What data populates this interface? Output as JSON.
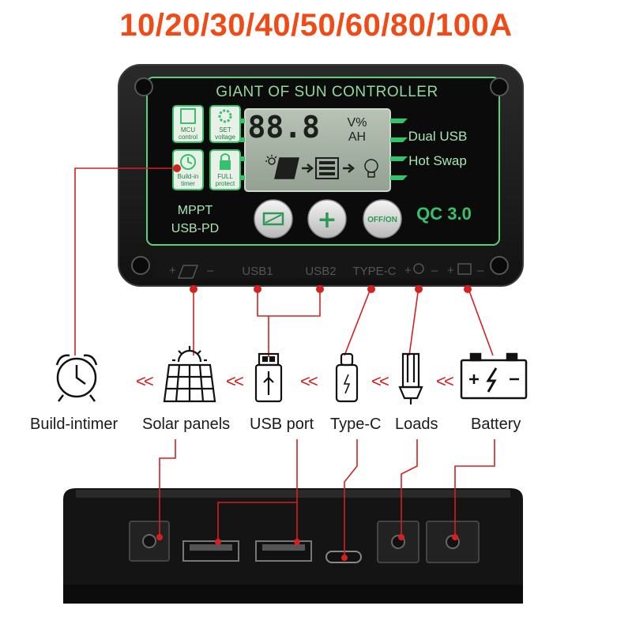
{
  "headline": "10/20/30/40/50/60/80/100A",
  "controller": {
    "brand_title": "GIANT OF SUN CONTROLLER",
    "lcd": {
      "digits": "88.8",
      "unit_top": "V%",
      "unit_bottom": "AH"
    },
    "feature_tiles": [
      {
        "line1": "MCU",
        "line2": "control",
        "icon": "chip-icon"
      },
      {
        "line1": "SET",
        "line2": "voltage",
        "icon": "gear-icon"
      },
      {
        "line1": "Build-in",
        "line2": "timer",
        "icon": "clock-icon"
      },
      {
        "line1": "FULL",
        "line2": "protect",
        "icon": "lock-icon"
      }
    ],
    "right_text": {
      "line1": "Dual USB",
      "line2": "Hot Swap",
      "line3": "QC 3.0"
    },
    "left_text": {
      "line1": "MPPT",
      "line2": "USB-PD"
    },
    "buttons": {
      "menu_icon": "battery-menu-icon",
      "plus": "+",
      "power": "OFF/ON"
    },
    "port_strip": {
      "usb1": "USB1",
      "usb2": "USB2",
      "typec": "TYPE-C"
    }
  },
  "legend": {
    "items": [
      {
        "label": "Build-intimer",
        "icon": "alarm-clock-icon"
      },
      {
        "label": "Solar panels",
        "icon": "solar-panel-icon"
      },
      {
        "label": "USB port",
        "icon": "usb-plug-icon"
      },
      {
        "label": "Type-C",
        "icon": "type-c-plug-icon"
      },
      {
        "label": "Loads",
        "icon": "light-bulb-icon"
      },
      {
        "label": "Battery",
        "icon": "battery-icon"
      }
    ],
    "separator": "<"
  },
  "colors": {
    "headline": "#f04a16",
    "pointer": "#d42020",
    "accent_green": "#34c26a"
  }
}
